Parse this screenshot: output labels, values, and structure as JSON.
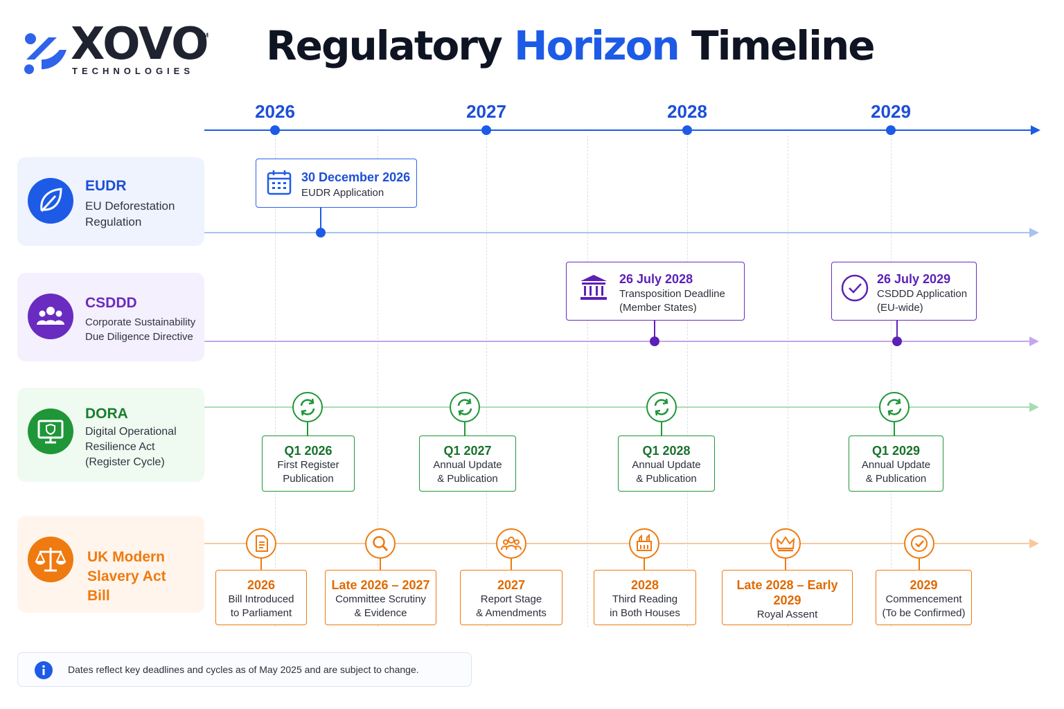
{
  "logo": {
    "wordmark": "XOVO",
    "tm": "TM",
    "subtitle": "TECHNOLOGIES"
  },
  "header": {
    "title_part1": "Regulatory",
    "title_accent": "Horizon",
    "title_part2": "Timeline"
  },
  "years": [
    "2026",
    "2027",
    "2028",
    "2029"
  ],
  "colors": {
    "blue": "#1d5be6",
    "purple": "#6a2bc0",
    "green": "#1f9638",
    "orange": "#ee7a10"
  },
  "categories": {
    "eudr": {
      "title": "EUDR",
      "subtitle": "EU Deforestation Regulation",
      "icon": "leaf-icon"
    },
    "csddd": {
      "title": "CSDDD",
      "subtitle": "Corporate Sustainability Due Diligence Directive",
      "icon": "people-icon"
    },
    "dora": {
      "title": "DORA",
      "subtitle": "Digital Operational Resilience Act (Register Cycle)",
      "icon": "monitor-shield-icon"
    },
    "uk": {
      "title": "UK Modern Slavery Act Bill",
      "icon": "scales-icon"
    }
  },
  "eudr_events": [
    {
      "date": "30 December 2026",
      "desc": "EUDR Application",
      "icon": "calendar-icon"
    }
  ],
  "csddd_events": [
    {
      "date": "26 July 2028",
      "desc1": "Transposition Deadline",
      "desc2": "(Member States)",
      "icon": "institution-icon"
    },
    {
      "date": "26 July 2029",
      "desc1": "CSDDD Application",
      "desc2": "(EU-wide)",
      "icon": "check-circle-icon"
    }
  ],
  "dora_events": [
    {
      "date": "Q1 2026",
      "desc1": "First Register",
      "desc2": "Publication",
      "icon": "refresh-icon"
    },
    {
      "date": "Q1 2027",
      "desc1": "Annual Update",
      "desc2": "& Publication",
      "icon": "refresh-icon"
    },
    {
      "date": "Q1 2028",
      "desc1": "Annual Update",
      "desc2": "& Publication",
      "icon": "refresh-icon"
    },
    {
      "date": "Q1 2029",
      "desc1": "Annual Update",
      "desc2": "& Publication",
      "icon": "refresh-icon"
    }
  ],
  "uk_events": [
    {
      "date": "2026",
      "desc1": "Bill Introduced",
      "desc2": "to Parliament",
      "icon": "document-icon"
    },
    {
      "date": "Late 2026 – 2027",
      "desc1": "Committee Scrutiny",
      "desc2": "& Evidence",
      "icon": "magnifier-icon"
    },
    {
      "date": "2027",
      "desc1": "Report Stage",
      "desc2": "& Amendments",
      "icon": "group-icon"
    },
    {
      "date": "2028",
      "desc1": "Third Reading",
      "desc2": "in Both Houses",
      "icon": "parliament-icon"
    },
    {
      "date": "Late 2028 – Early 2029",
      "desc1": "Royal Assent",
      "desc2": "",
      "icon": "crown-icon"
    },
    {
      "date": "2029",
      "desc1": "Commencement",
      "desc2": "(To be Confirmed)",
      "icon": "check-circle-icon"
    }
  ],
  "note": {
    "text": "Dates reflect key deadlines and cycles as of May 2025 and are subject to change.",
    "icon": "info-icon"
  }
}
